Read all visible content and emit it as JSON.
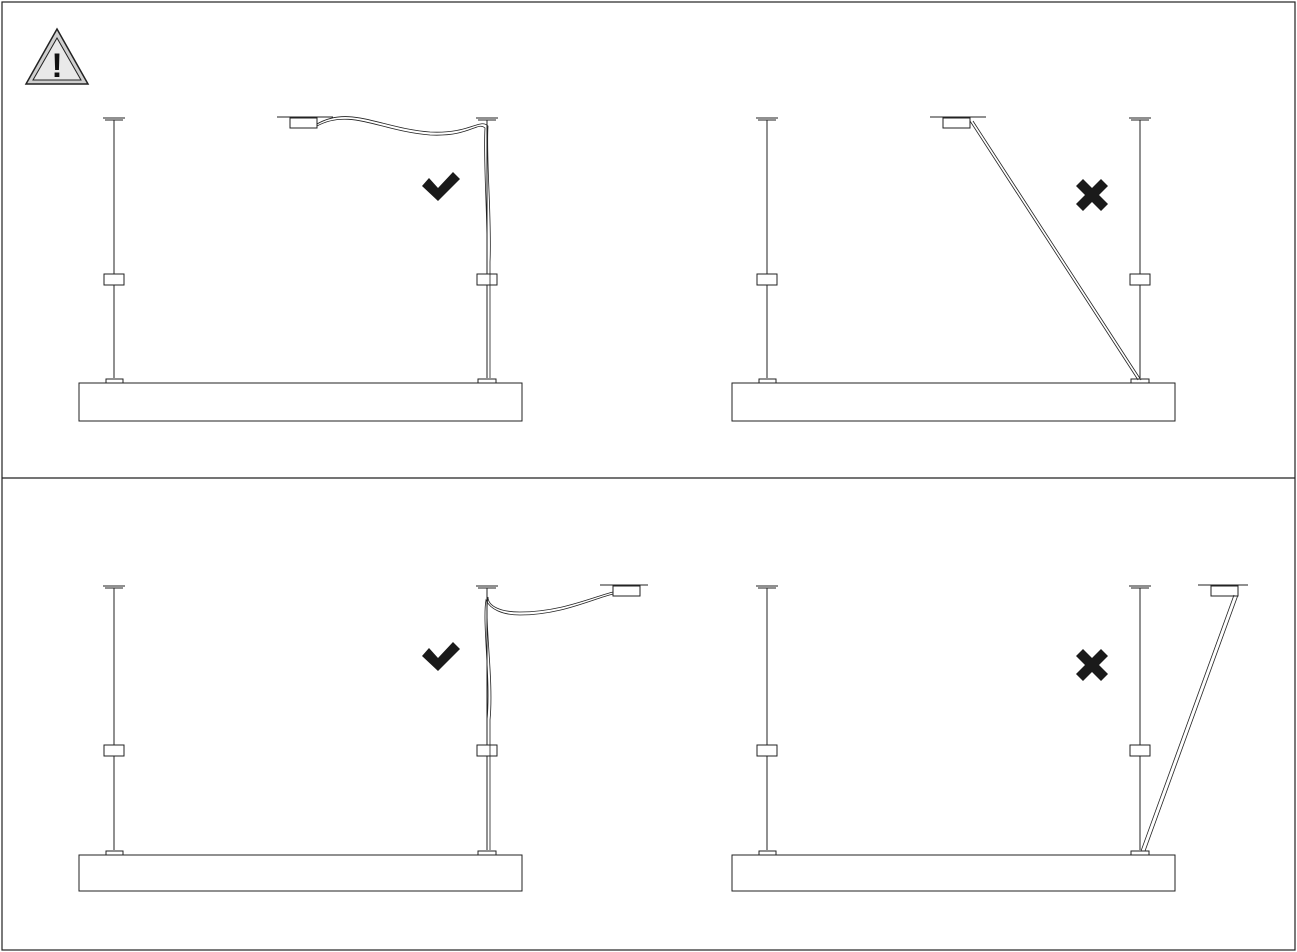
{
  "warning": {
    "icon": "warning-triangle-icon",
    "symbol": "!"
  },
  "panels": [
    {
      "id": "top-left",
      "cable": "routed-along-wire",
      "verdict": "correct",
      "verdict_icon": "checkmark-icon"
    },
    {
      "id": "top-right",
      "cable": "straight-diagonal",
      "verdict": "incorrect",
      "verdict_icon": "cross-icon"
    },
    {
      "id": "bottom-left",
      "cable": "routed-along-wire",
      "verdict": "correct",
      "verdict_icon": "checkmark-icon"
    },
    {
      "id": "bottom-right",
      "cable": "straight-diagonal",
      "verdict": "incorrect",
      "verdict_icon": "cross-icon"
    }
  ],
  "colors": {
    "line": "#222222",
    "warning_fill": "#cfcfcf",
    "mark": "#1a1a1a"
  }
}
